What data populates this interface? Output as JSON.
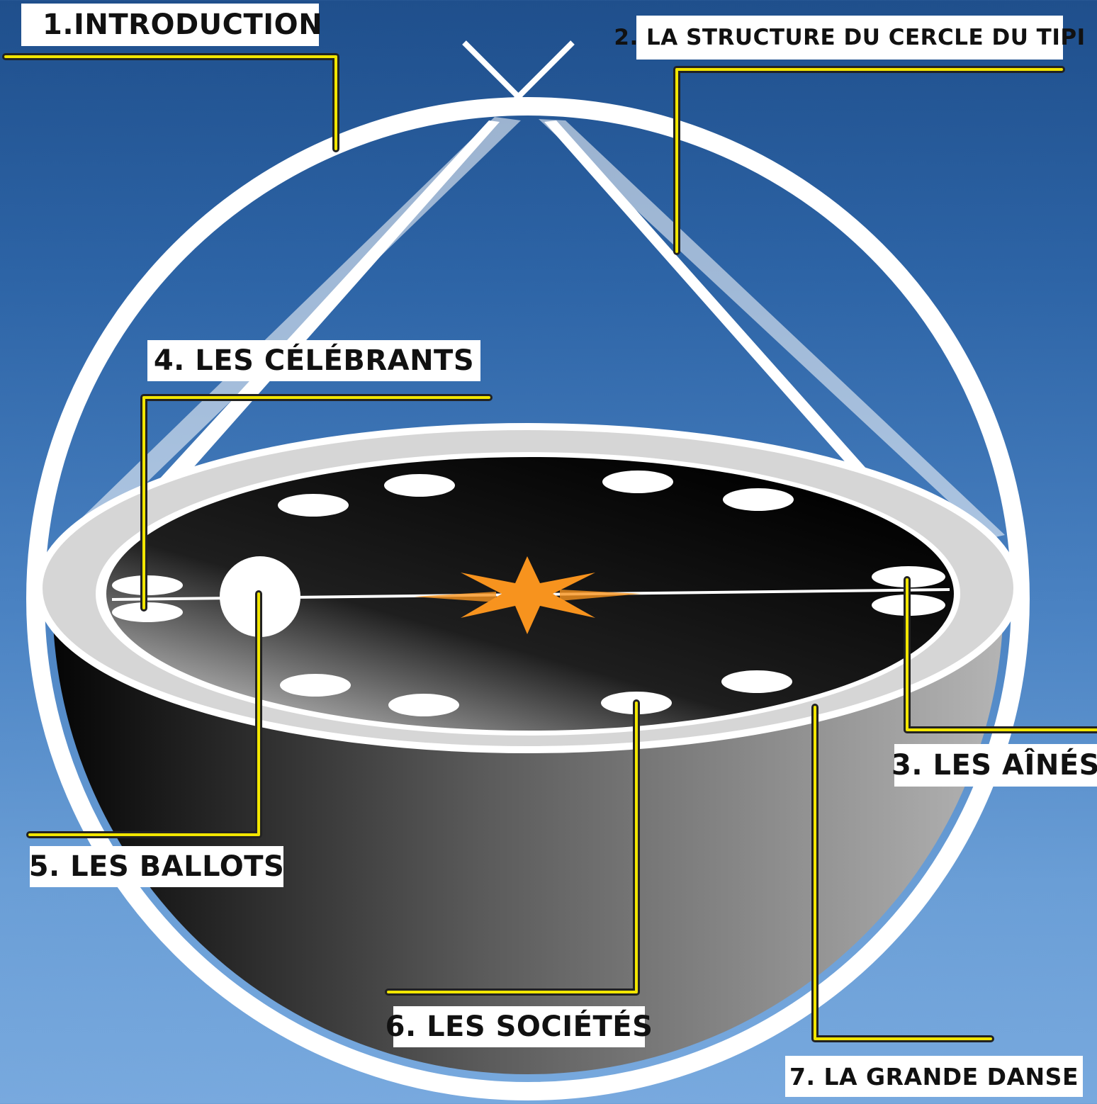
{
  "labels": {
    "introduction": "1.INTRODUCTION",
    "structure": "2. LA STRUCTURE DU CERCLE DU TIPI",
    "aines": "3. LES AÎNÉS",
    "celebrants": "4. LES CÉLÉBRANTS",
    "ballots": "5. LES BALLOTS",
    "societes": "6. LES SOCIÉTÉS",
    "grande_danse": "7. LA GRANDE DANSE"
  },
  "colors": {
    "leader_line": "#f2e600",
    "star": "#f7931e",
    "background_top": "#1f4f8c",
    "background_bottom": "#78a9de",
    "outline": "#ffffff"
  }
}
